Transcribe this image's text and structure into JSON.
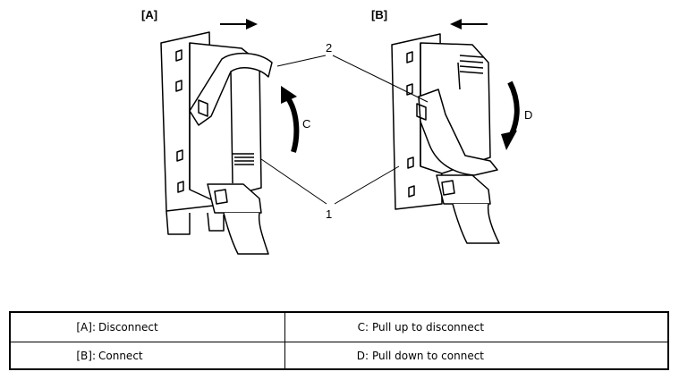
{
  "figure": {
    "panel_a_label": "[A]",
    "panel_b_label": "[B]",
    "callout_1": "1",
    "callout_2": "2",
    "arrow_c_label": "C",
    "arrow_d_label": "D"
  },
  "legend": {
    "rows": [
      {
        "left_key": "[A]:",
        "left_value": "Disconnect",
        "right_key": "C:",
        "right_value": "Pull up to disconnect"
      },
      {
        "left_key": "[B]:",
        "left_value": "Connect",
        "right_key": "D:",
        "right_value": "Pull down to connect"
      }
    ]
  }
}
